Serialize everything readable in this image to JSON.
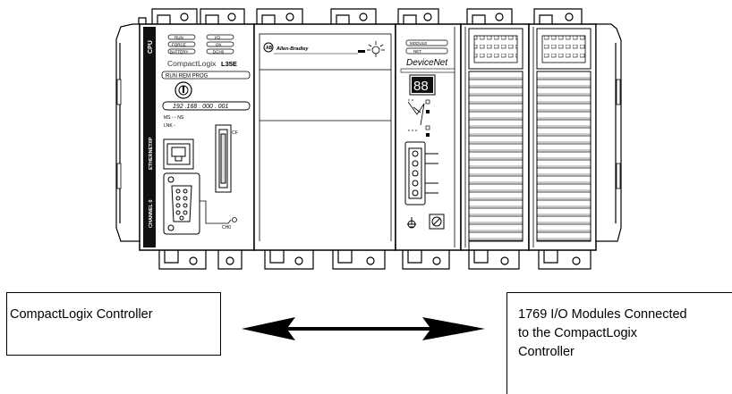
{
  "hardware": {
    "cpu_label": "CPU",
    "status_leds_left": [
      "RUN",
      "FORCE",
      "BATTERY"
    ],
    "status_leds_right": [
      "I/O",
      "OK",
      "DCH0"
    ],
    "brand": "CompactLogix",
    "model": "L35E",
    "mode_labels": "RUN  REM  PROG",
    "ip_address": "192 .168 . 000 . 001",
    "ms_ns_label": "MS ▫   ▫ NS",
    "lnk_label": "LNK ▫",
    "ethernet_label": "ETHERNET/IP",
    "channel_label": "CHANNEL 0",
    "cf_label": "CF",
    "ch0_label": "CH0",
    "ab_logo": "Allen-Bradley",
    "module_label": "MODULE",
    "net_label": "NET",
    "devicenet_brand": "DeviceNet",
    "seven_seg": "88"
  },
  "callouts": {
    "left": {
      "text": "CompactLogix Controller"
    },
    "right": {
      "lines": [
        "1769 I/O Modules Connected",
        "to the CompactLogix",
        "Controller"
      ]
    }
  },
  "colors": {
    "stroke": "#000000",
    "background": "#ffffff"
  }
}
